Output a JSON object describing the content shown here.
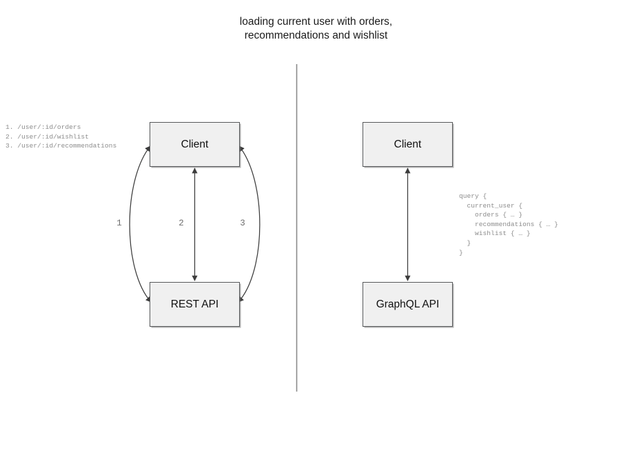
{
  "diagram": {
    "title_line1": "loading current user with orders,",
    "title_line2": "recommendations and wishlist",
    "divider_label": "vertical-divider"
  },
  "rest_panel": {
    "client_label": "Client",
    "api_label": "REST API",
    "endpoints_text": "1. /user/:id/orders\n2. /user/:id/wishlist\n3. /user/:id/recommendations",
    "endpoints": [
      {
        "number": "1.",
        "path": "/user/:id/orders"
      },
      {
        "number": "2.",
        "path": "/user/:id/wishlist"
      },
      {
        "number": "3.",
        "path": "/user/:id/recommendations"
      }
    ],
    "edge_labels": [
      "1",
      "2",
      "3"
    ]
  },
  "graphql_panel": {
    "client_label": "Client",
    "api_label": "GraphQL API",
    "query_text": "query {\n  current_user {\n    orders { … }\n    recommendations { … }\n    wishlist { … }\n  }\n}",
    "query_lines": [
      "query {",
      "  current_user {",
      "    orders { … }",
      "    recommendations { … }",
      "    wishlist { … }",
      "  }",
      "}"
    ]
  },
  "colors": {
    "node_fill": "#f0f0f0",
    "node_border": "#56585a",
    "connector": "#3c3c3c",
    "divider": "#8a8a8a",
    "mono_text": "#8d8d8d",
    "edge_label": "#6e6e6e",
    "background": "#ffffff"
  }
}
